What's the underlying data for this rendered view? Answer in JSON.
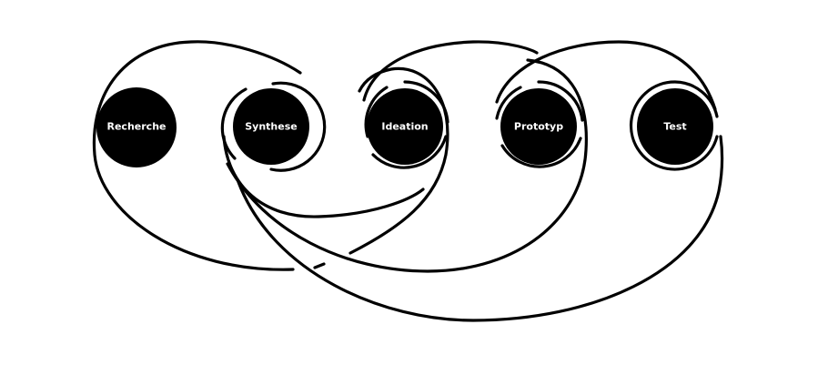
{
  "diagram": {
    "nodes": [
      {
        "id": "recherche",
        "label": "Recherche"
      },
      {
        "id": "synthese",
        "label": "Synthese"
      },
      {
        "id": "ideation",
        "label": "Ideation"
      },
      {
        "id": "prototyp",
        "label": "Prototyp"
      },
      {
        "id": "test",
        "label": "Test"
      }
    ],
    "colors": {
      "node_fill": "#000000",
      "node_text": "#ffffff",
      "stroke": "#000000",
      "background": "#ffffff"
    }
  }
}
